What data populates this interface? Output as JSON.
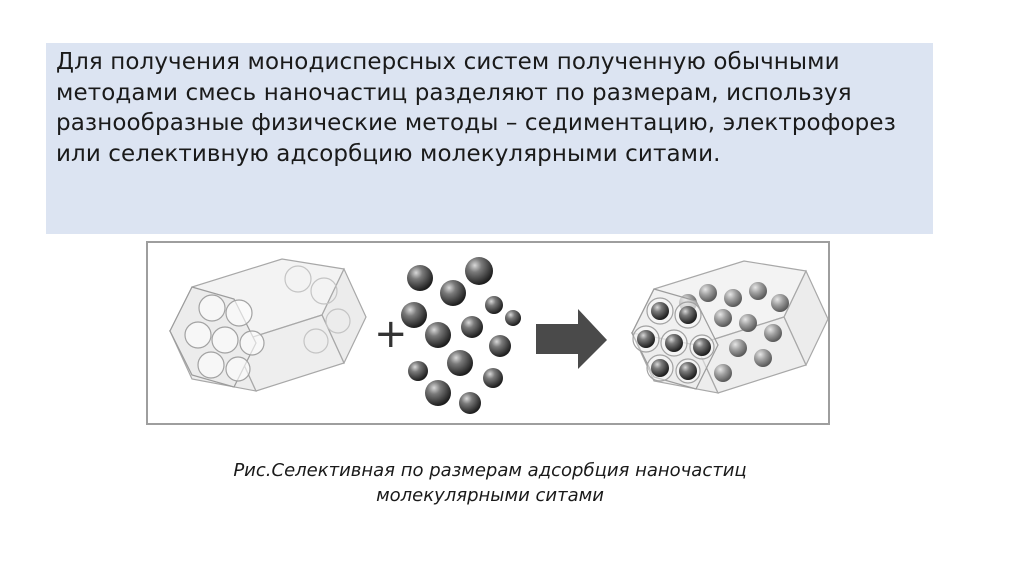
{
  "slide": {
    "paragraph": "Для получения монодисперсных систем полученную обычными методами смесь наночастиц разделяют по размерам, используя разнообразные физические методы – седиментацию, электрофорез или селективную адсорбцию молекулярными ситами.",
    "figure": {
      "plus_sign": "+"
    },
    "caption": {
      "line1": "Рис.Селективная по размерам адсорбция наночастиц",
      "line2": "молекулярными ситами"
    }
  },
  "colors": {
    "text_box_background": "#dce4f2",
    "text": "#1a1a1a",
    "arrow": "#4a4a4a",
    "figure_border": "#9e9e9e"
  }
}
